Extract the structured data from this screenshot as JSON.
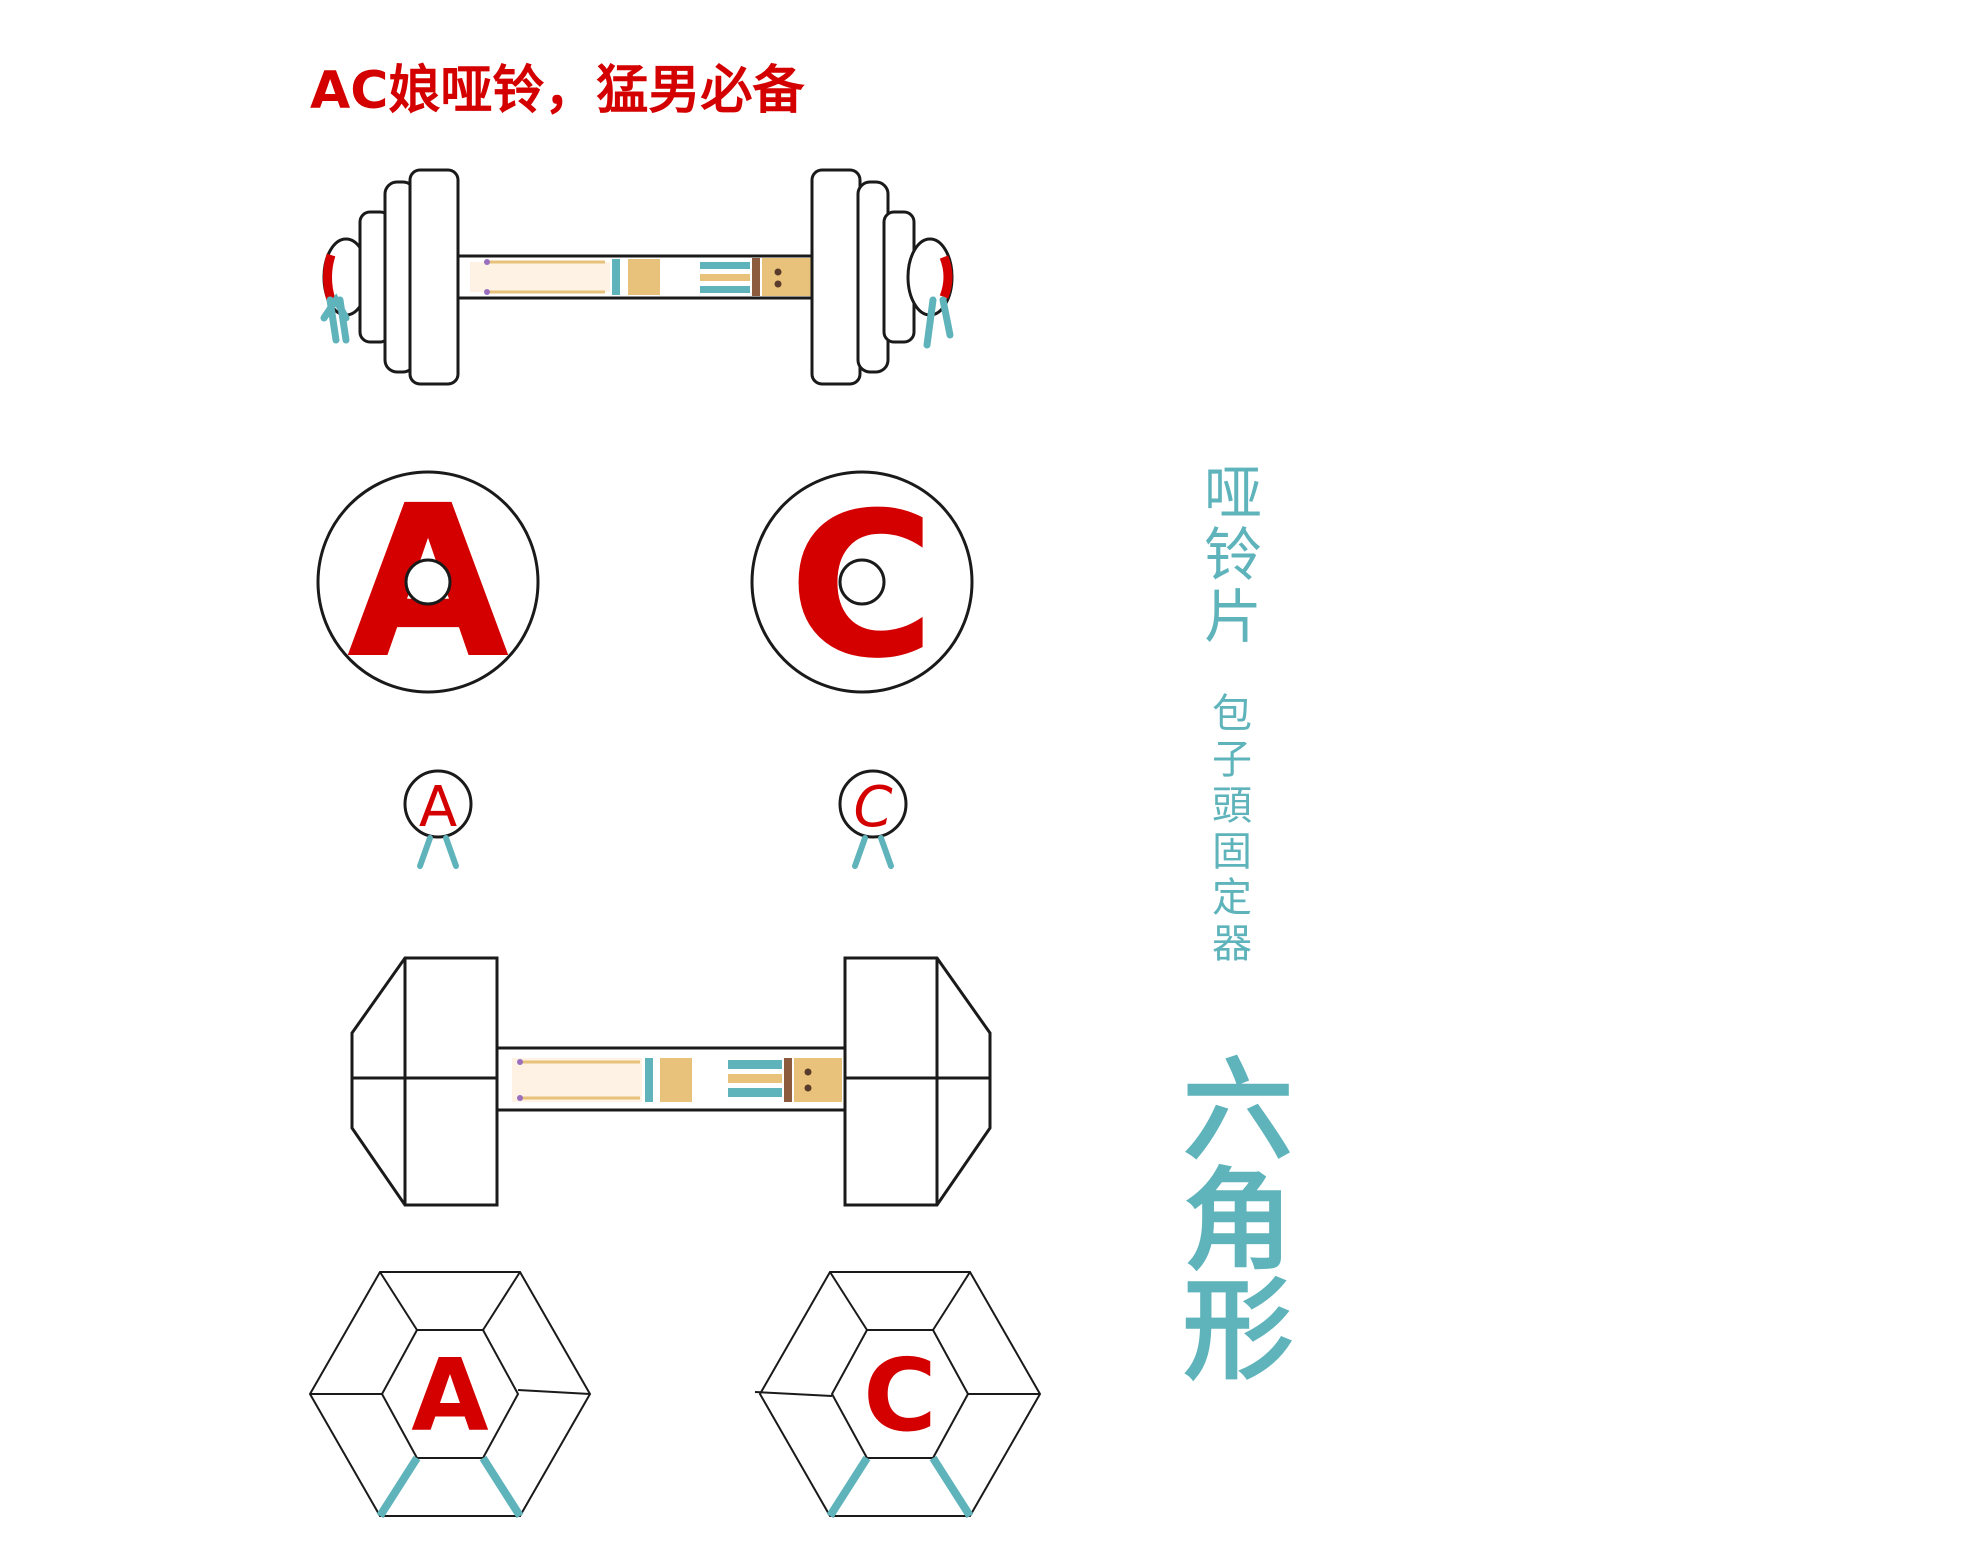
{
  "title": "AC娘哑铃，猛男必备",
  "side_label_1": "哑铃片",
  "side_label_2": "包子頭固定器",
  "side_label_3": "六角形",
  "plate_letters": {
    "left": "A",
    "right": "C"
  },
  "colors": {
    "red": "#d40000",
    "teal": "#5fb3bb",
    "outline": "#1a1a1a",
    "tan": "#e8c27a",
    "brown": "#8c5a3c",
    "cream": "#fdf2e4"
  }
}
